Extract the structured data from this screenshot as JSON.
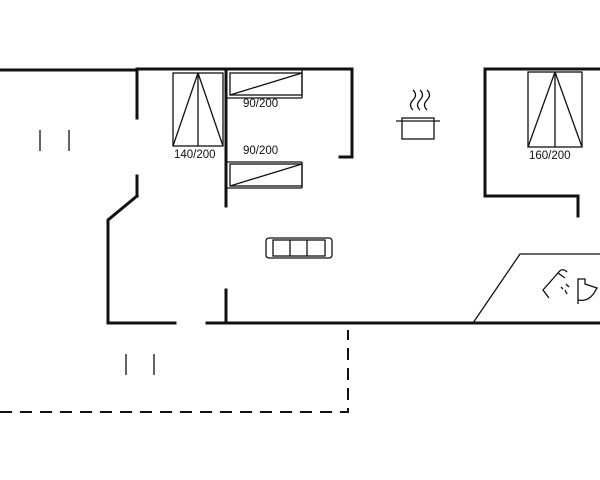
{
  "floorplan": {
    "beds": [
      {
        "label": "140/200"
      },
      {
        "label": "90/200"
      },
      {
        "label": "90/200"
      },
      {
        "label": "160/200"
      }
    ],
    "icons": {
      "kitchen": "cooking-pot-icon",
      "living": "sofa-icon",
      "bathroom": "shower-toilet-icon"
    }
  }
}
